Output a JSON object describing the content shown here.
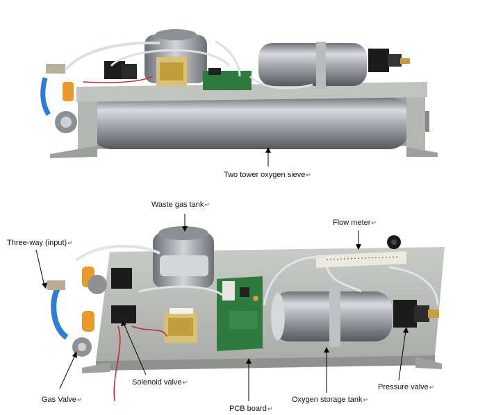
{
  "figure": {
    "labels": {
      "sieve": "Two tower oxygen sieve",
      "waste_tank": "Waste gas tank",
      "flow_meter": "Flow meter",
      "three_way": "Three-way (input)",
      "solenoid": "Solenoid valve",
      "gas_valve": "Gas Valve",
      "pcb": "PCB board",
      "storage_tank": "Oxygen storage tank",
      "pressure_valve": "Pressure valve"
    },
    "return_mark": "↵"
  }
}
